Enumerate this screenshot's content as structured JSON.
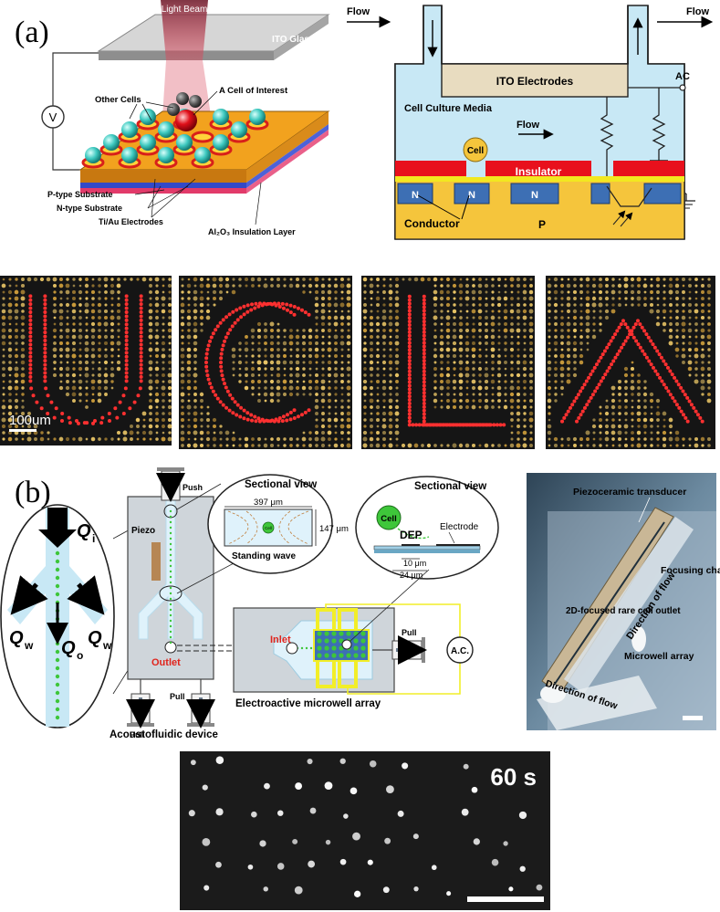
{
  "panel_a": {
    "letter": "(a)",
    "left": {
      "light_beam": "Light Beam",
      "ito_glass": "ITO Glass",
      "other_cells": "Other Cells",
      "cell_of_interest": "A Cell of Interest",
      "voltmeter": "V",
      "p_type": "P-type Substrate",
      "n_type": "N-type Substrate",
      "electrodes": "Ti/Au Electrodes",
      "insulation": "Al₂O₃ Insulation Layer"
    },
    "right": {
      "flow_in": "Flow",
      "flow_out": "Flow",
      "ito_electrodes": "ITO Electrodes",
      "ac": "AC",
      "media": "Cell Culture Media",
      "flow_mid": "Flow",
      "cell": "Cell",
      "insulator": "Insulator",
      "n1": "N",
      "n2": "N",
      "n3": "N",
      "conductor": "Conductor",
      "p": "P"
    },
    "micrographs": {
      "scale_label": "100um",
      "letters": [
        "U",
        "C",
        "L",
        "A"
      ]
    }
  },
  "panel_b": {
    "letter": "(b)",
    "zoom": {
      "q_i": "Q",
      "q_i_sub": "i",
      "q_w_left": "Q",
      "q_w_right": "Q",
      "q_w_sub": "w",
      "q_o": "Q",
      "q_o_sub": "o"
    },
    "device": {
      "push": "Push",
      "piezo": "Piezo",
      "outlet": "Outlet",
      "pull_left": "Pull",
      "pull_right": "Pull",
      "caption": "Acoustofluidic device"
    },
    "sectional1": {
      "title": "Sectional view",
      "width": "397 μm",
      "height": "147 μm",
      "cell": "Cell",
      "standing_wave": "Standing wave"
    },
    "sectional2": {
      "title": "Sectional view",
      "cell": "Cell",
      "dep": "DEP",
      "electrode": "Electrode",
      "dim1": "10 μm",
      "dim2": "24 μm"
    },
    "array": {
      "inlet": "Inlet",
      "pull": "Pull",
      "ac": "A.C.",
      "caption": "Electroactive microwell array"
    },
    "photo": {
      "transducer": "Piezoceramic transducer",
      "direction1": "Direction of flow",
      "focusing": "Focusing channel",
      "outlet": "2D-focused rare cell outlet",
      "microwell": "Microwell array",
      "direction2": "Direction of flow"
    },
    "fluorescence": {
      "time": "60 s"
    }
  },
  "colors": {
    "light_blue": "#c8e8f5",
    "insulator_red": "#e8101c",
    "substrate_yellow": "#f5c53c",
    "n_blue": "#3d6fb4",
    "ito_tan": "#e8dcc0",
    "cell_cyan": "#3ec9c0",
    "dot_green": "#3ec63a",
    "array_yellow": "#f2ee28"
  }
}
